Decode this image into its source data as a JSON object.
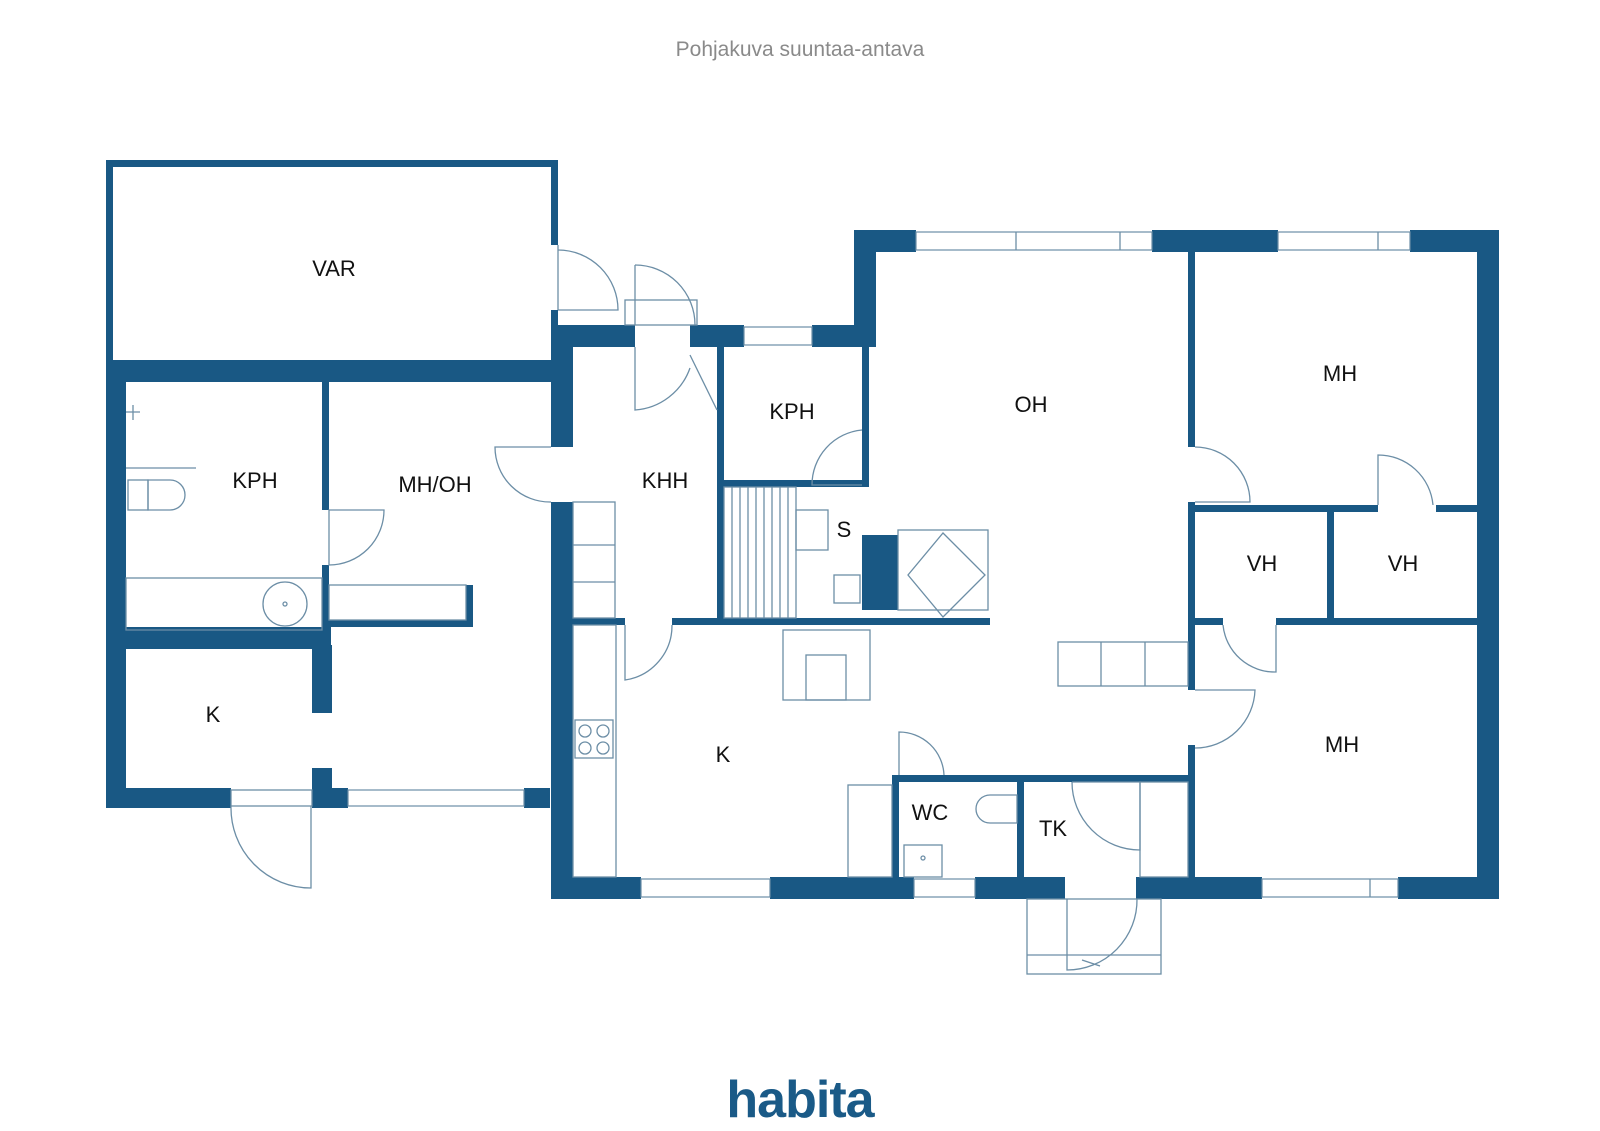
{
  "caption": "Pohjakuva suuntaa-antava",
  "brand": {
    "logo_text": "habita",
    "color": "#195884"
  },
  "colors": {
    "wall": "#195884",
    "fixture_line": "#6c8ea6",
    "background": "#ffffff"
  },
  "rooms": {
    "var": "VAR",
    "kph_left": "KPH",
    "mh_oh": "MH/OH",
    "k_left": "K",
    "khh": "KHH",
    "kph_center": "KPH",
    "sauna": "S",
    "oh": "OH",
    "mh_top": "MH",
    "vh_1": "VH",
    "vh_2": "VH",
    "k_main": "K",
    "wc": "WC",
    "tk": "TK",
    "mh_bottom": "MH"
  }
}
